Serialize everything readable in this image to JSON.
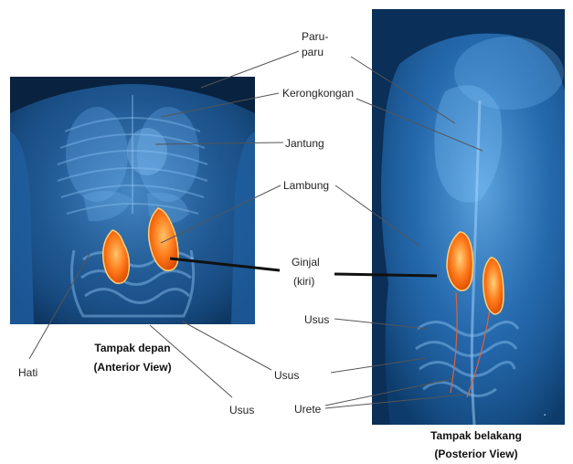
{
  "labels": {
    "paru_line1": "Paru-",
    "paru_line2": "paru",
    "kerongkongan": "Kerongkongan",
    "jantung": "Jantung",
    "lambung": "Lambung",
    "ginjal_line1": "Ginjal",
    "ginjal_line2": "(kiri)",
    "usus_right": "Usus",
    "usus_mid": "Usus",
    "usus_bottom": "Usus",
    "urete": "Urete",
    "hati": "Hati"
  },
  "captions": {
    "front_line1": "Tampak depan",
    "front_line2": "(Anterior View)",
    "back_line1": "Tampak belakang",
    "back_line2": "(Posterior View)"
  },
  "colors": {
    "body_blue": "#2f7fd0",
    "background_dark": "#0a2b4f",
    "kidney_orange": "#ff6a10",
    "kidney_glow": "#ffb347",
    "leader_line": "#555555",
    "ureter_red": "#e0603a"
  }
}
